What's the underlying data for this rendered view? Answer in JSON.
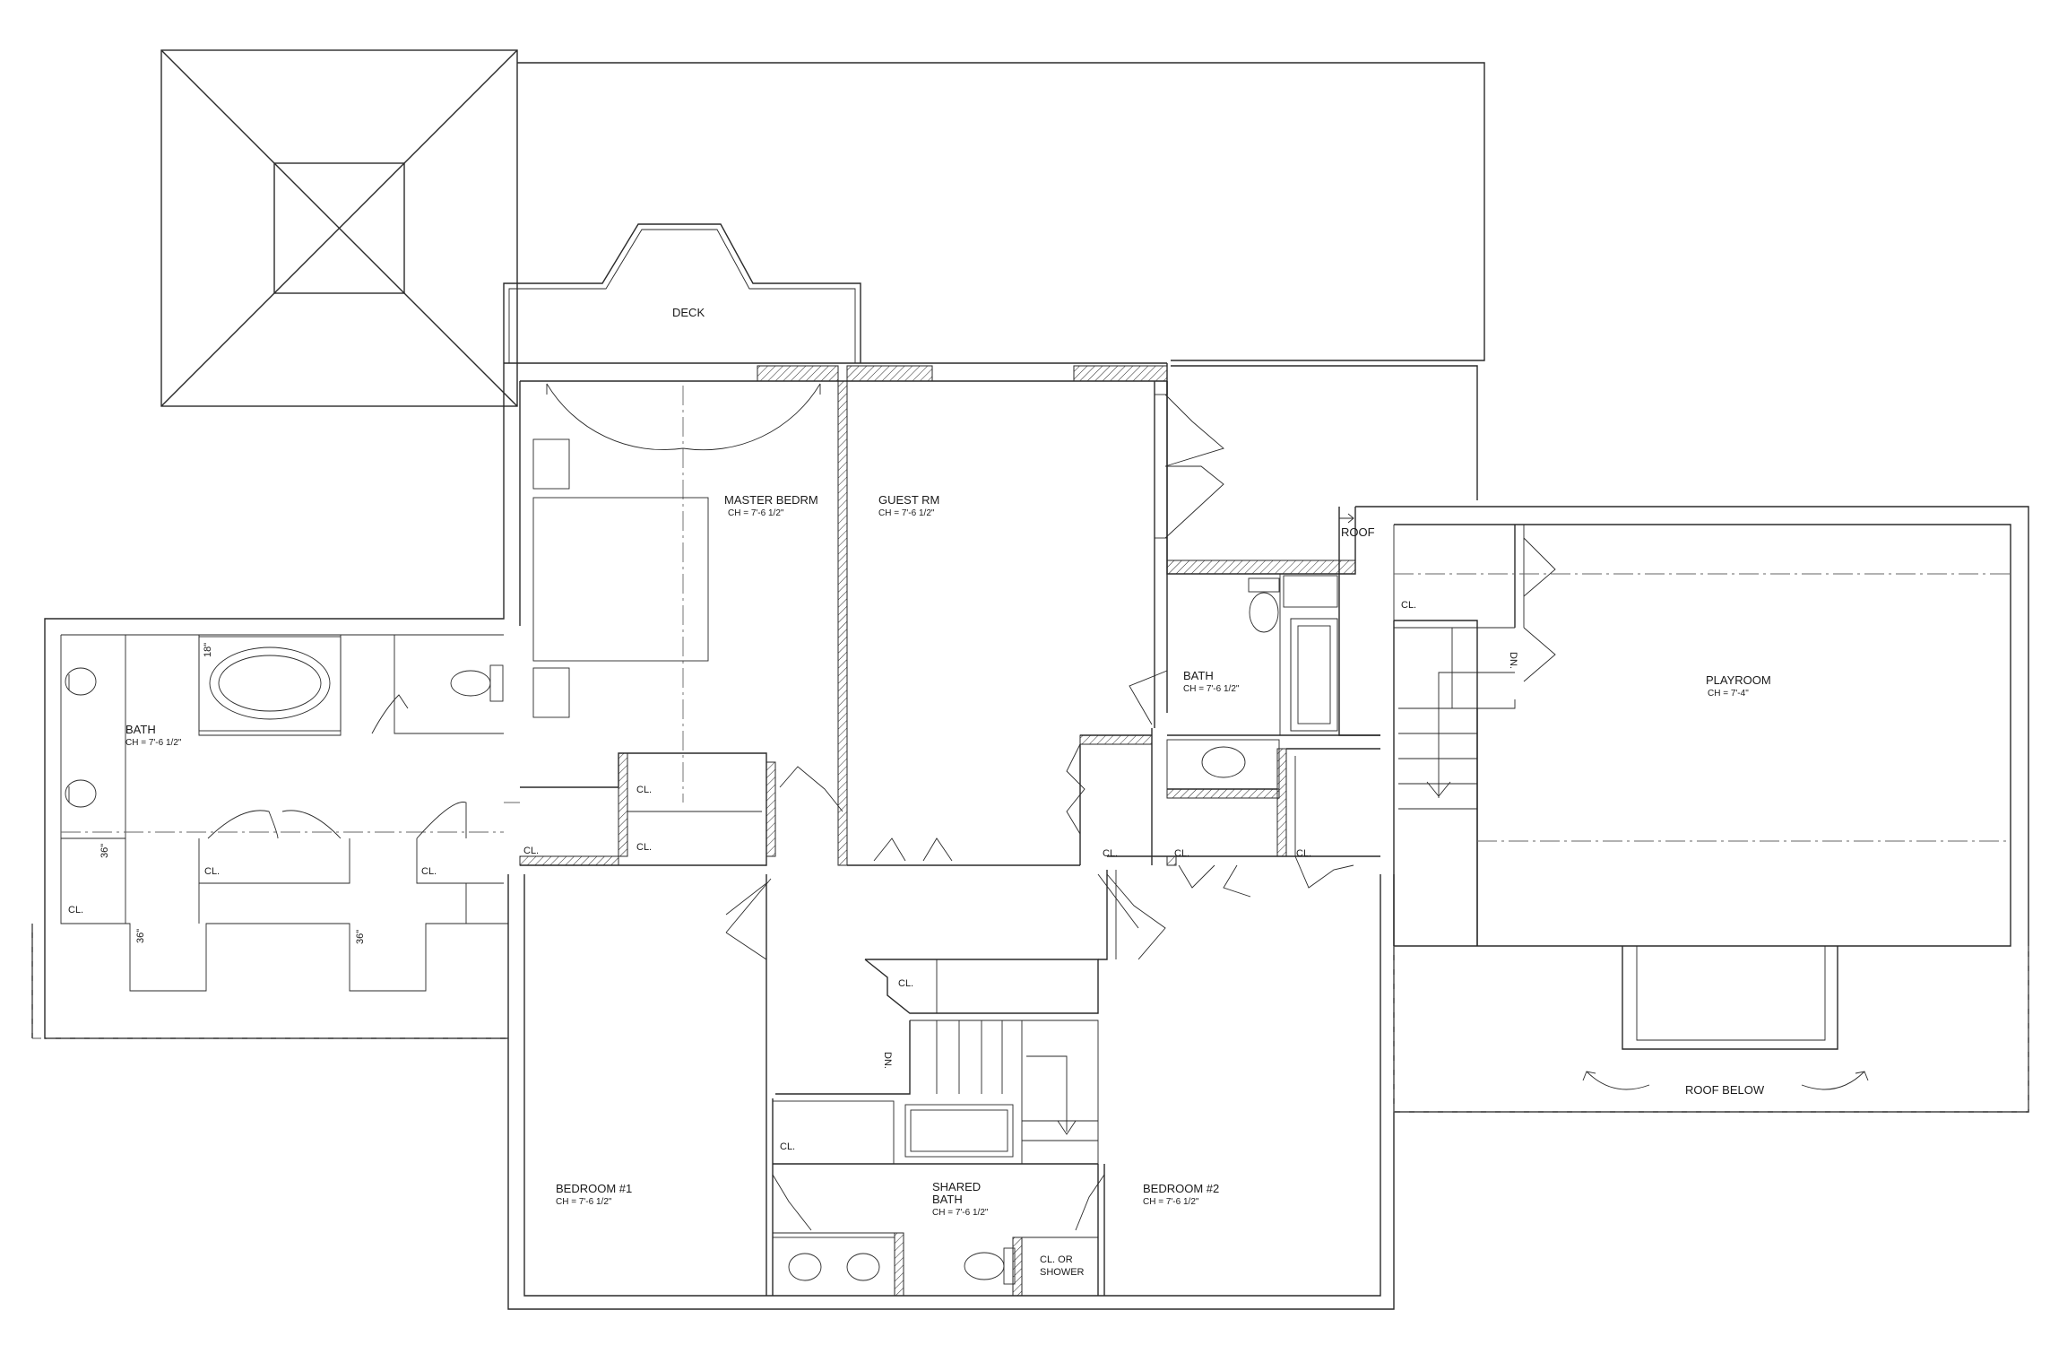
{
  "labels": {
    "deck": "DECK",
    "roof": "ROOF",
    "roof_below": "ROOF BELOW",
    "dn": "DN.",
    "closet": "CL.",
    "cl_or_shower_1": "CL. OR",
    "cl_or_shower_2": "SHOWER",
    "dim_18": "18\"",
    "dim_36": "36\""
  },
  "rooms": {
    "master_bedroom": {
      "name": "MASTER BEDRM",
      "ceiling": "CH = 7'-6 1/2\""
    },
    "guest_room": {
      "name": "GUEST RM",
      "ceiling": "CH = 7'-6 1/2\""
    },
    "master_bath": {
      "name": "BATH",
      "ceiling": "CH = 7'-6 1/2\""
    },
    "guest_bath": {
      "name": "BATH",
      "ceiling": "CH = 7'-6 1/2\""
    },
    "playroom": {
      "name": "PLAYROOM",
      "ceiling": "CH = 7'-4\""
    },
    "bedroom_1": {
      "name": "BEDROOM #1",
      "ceiling": "CH = 7'-6 1/2\""
    },
    "bedroom_2": {
      "name": "BEDROOM #2",
      "ceiling": "CH = 7'-6 1/2\""
    },
    "shared_bath": {
      "name_line1": "SHARED",
      "name_line2": "BATH",
      "ceiling": "CH = 7'-6 1/2\""
    }
  }
}
